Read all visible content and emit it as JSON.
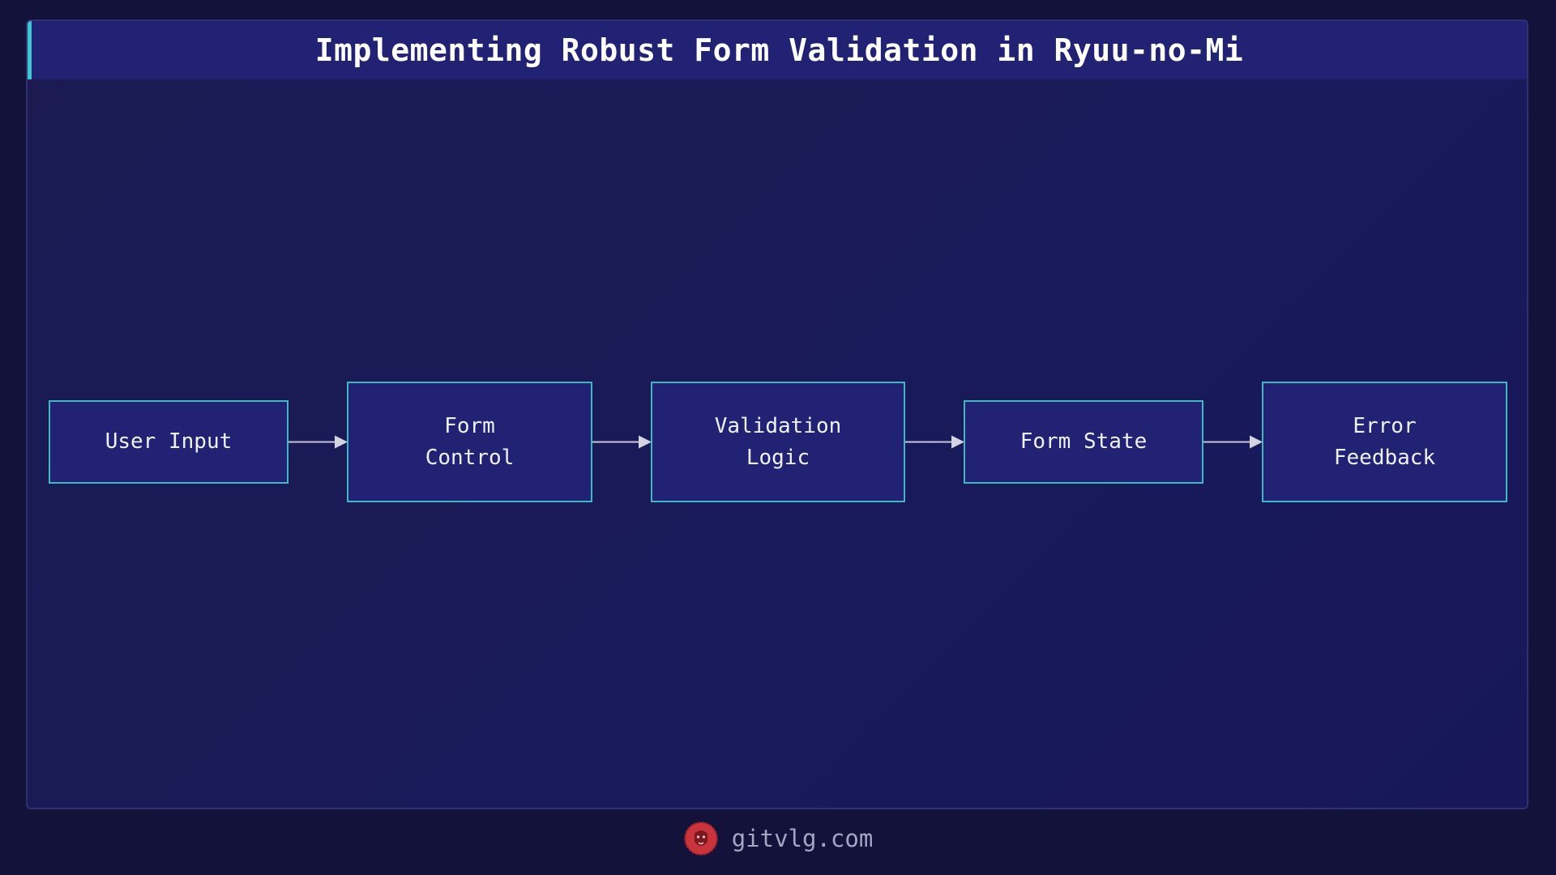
{
  "header": {
    "title": "Implementing Robust Form Validation in Ryuu-no-Mi"
  },
  "diagram": {
    "nodes": [
      {
        "id": "user-input",
        "label": "User Input"
      },
      {
        "id": "form-control",
        "label": "Form\nControl"
      },
      {
        "id": "validation-logic",
        "label": "Validation\nLogic"
      },
      {
        "id": "form-state",
        "label": "Form State"
      },
      {
        "id": "error-feedback",
        "label": "Error\nFeedback"
      }
    ],
    "edges": [
      {
        "from": "user-input",
        "to": "form-control"
      },
      {
        "from": "form-control",
        "to": "validation-logic"
      },
      {
        "from": "validation-logic",
        "to": "form-state"
      },
      {
        "from": "form-state",
        "to": "error-feedback"
      }
    ]
  },
  "footer": {
    "domain": "gitvlg.com",
    "logo_icon": "lion-head-icon"
  },
  "colors": {
    "background": "#12123a",
    "panel": "#1b1b52",
    "node_fill": "#222274",
    "node_border": "#3fb8c4",
    "accent": "#3cc8d0",
    "logo": "#c9333a"
  }
}
